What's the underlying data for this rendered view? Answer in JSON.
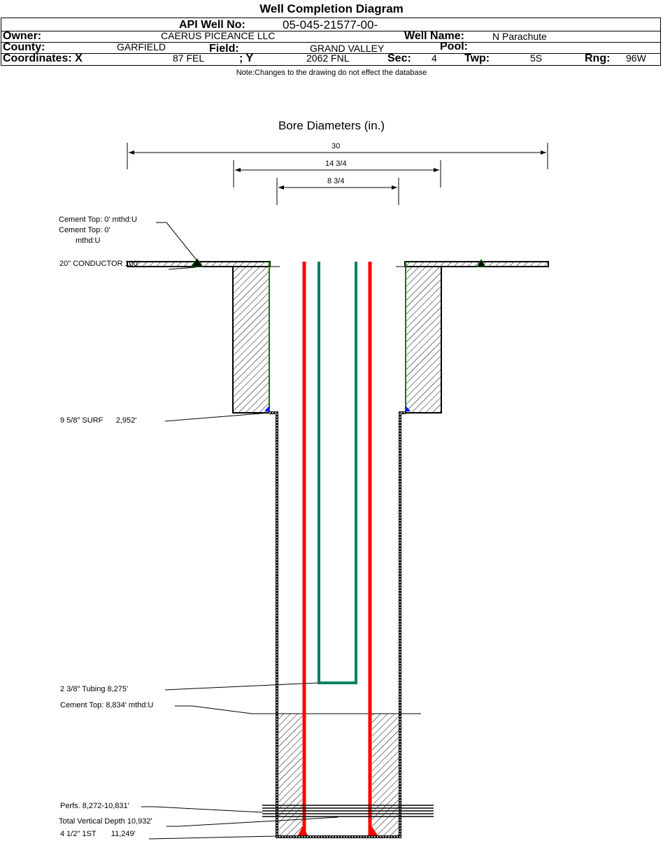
{
  "title": "Well Completion Diagram",
  "header": {
    "api_label": "API Well No:",
    "api_value": "05-045-21577-00-",
    "owner_label": "Owner:",
    "owner_value": "CAERUS PICEANCE LLC",
    "well_name_label": "Well Name:",
    "well_name_value": "N Parachute",
    "county_label": "County:",
    "county_value": "GARFIELD",
    "field_label": "Field:",
    "field_value": "GRAND VALLEY",
    "pool_label": "Pool:",
    "coord_x_label": "Coordinates: X",
    "coord_x_value": "87 FEL",
    "coord_y_label": "; Y",
    "coord_y_value": "2062 FNL",
    "sec_label": "Sec:",
    "sec_value": "4",
    "twp_label": "Twp:",
    "twp_value": "5S",
    "rng_label": "Rng:",
    "rng_value": "96W"
  },
  "note": "Note:Changes to the drawing do not effect the database",
  "bore": {
    "title": "Bore Diameters (in.)",
    "d1": "30",
    "d2": "14 3/4",
    "d3": "8 3/4"
  },
  "labels": {
    "cement_top_0a": "Cement Top: 0' mthd:U",
    "cement_top_0b": "Cement Top: 0'",
    "cement_top_0b_mthd": "mthd:U",
    "conductor": "20\" CONDUCTOR 100'",
    "surface": "9 5/8\" SURF      2,952'",
    "tubing": "2 3/8\" Tubing 8,275'",
    "cement_top_prod": "Cement Top: 8,834' mthd:U",
    "perfs": "Perfs. 8,272-10,831'",
    "tvd": "Total Vertical Depth 10,932'",
    "production": "4 1/2\" 1ST       11,249'"
  },
  "colors": {
    "casing_red": "#ff0000",
    "surface_green": "#008000",
    "tubing_green": "#008060"
  }
}
